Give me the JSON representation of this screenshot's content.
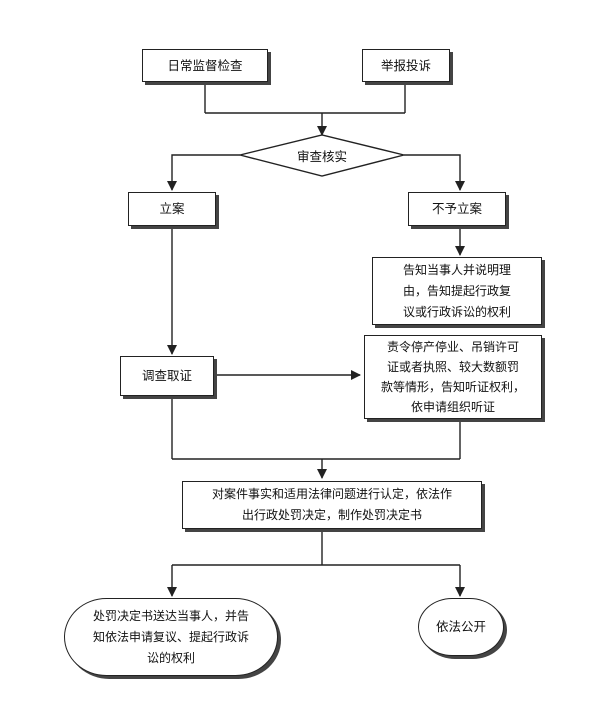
{
  "nodes": {
    "daily_inspection": "日常监督检查",
    "complaint": "举报投诉",
    "review": "审查核实",
    "file_case": "立案",
    "no_case": "不予立案",
    "notify_reason": "告知当事人并说明理由，告知提起行政复议或行政诉讼的权利",
    "investigate": "调查取证",
    "hearing": "责令停产停业、吊销许可证或者执照、较大数额罚款等情形，告知听证权利，依申请组织听证",
    "decision": "对案件事实和适用法律问题进行认定，依法作出行政处罚决定，制作处罚决定书",
    "deliver": "处罚决定书送达当事人，并告知依法申请复议、提起行政诉讼的权利",
    "publish": "依法公开"
  },
  "lines": {
    "notify_reason": [
      "告知当事人并说明理",
      "由，告知提起行政复",
      "议或行政诉讼的权利"
    ],
    "hearing": [
      "责令停产停业、吊销许可",
      "证或者执照、较大数额罚",
      "款等情形，告知听证权利，",
      "依申请组织听证"
    ],
    "decision": [
      "对案件事实和适用法律问题进行认定，依法作",
      "出行政处罚决定，制作处罚决定书"
    ],
    "deliver": [
      "处罚决定书送达当事人，并告",
      "知依法申请复议、提起行政诉",
      "讼的权利"
    ]
  },
  "colors": {
    "line": "#222222",
    "fill": "#ffffff"
  }
}
